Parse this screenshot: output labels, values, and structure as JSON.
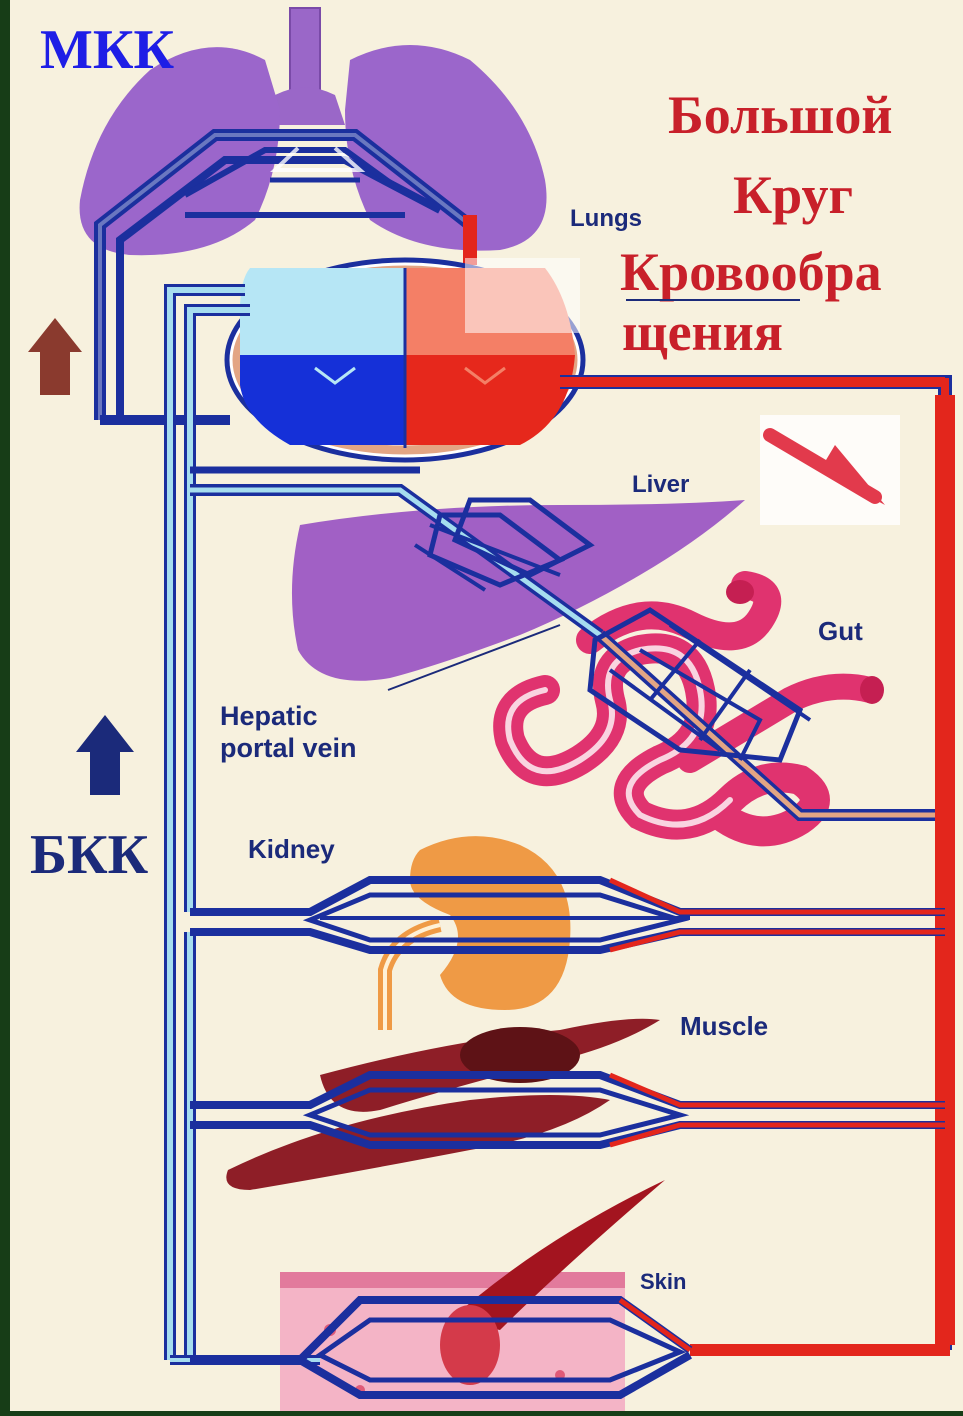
{
  "labels": {
    "mkk": "МКК",
    "title_line1": "Большой",
    "title_line2": "Круг",
    "title_line3": "Кровообра",
    "title_line4": "щения",
    "bkk": "БКК",
    "lungs": "Lungs",
    "liver": "Liver",
    "gut": "Gut",
    "hepatic_line1": "Hepatic",
    "hepatic_line2": "portal vein",
    "kidney": "Kidney",
    "muscle": "Muscle",
    "skin": "Skin"
  },
  "colors": {
    "background": "#f7f1de",
    "frame": "#173d17",
    "vein": "#1b2f9e",
    "vein_light": "#a6ddef",
    "artery": "#e3261c",
    "lung": "#9965c6",
    "liver": "#a261c6",
    "gut": "#e0336f",
    "kidney": "#ef9a45",
    "muscle": "#8e1e27",
    "skin": "#f4b4c6",
    "title_red": "#c8202a",
    "mkk_blue": "#1e1ee6",
    "arrow_brown": "#8a3a2e",
    "arrow_navy": "#1b2a7a",
    "heart_ra": "#b6e6f5",
    "heart_rv": "#1530d8",
    "heart_la": "#f47f66",
    "heart_lv": "#e6281c"
  }
}
